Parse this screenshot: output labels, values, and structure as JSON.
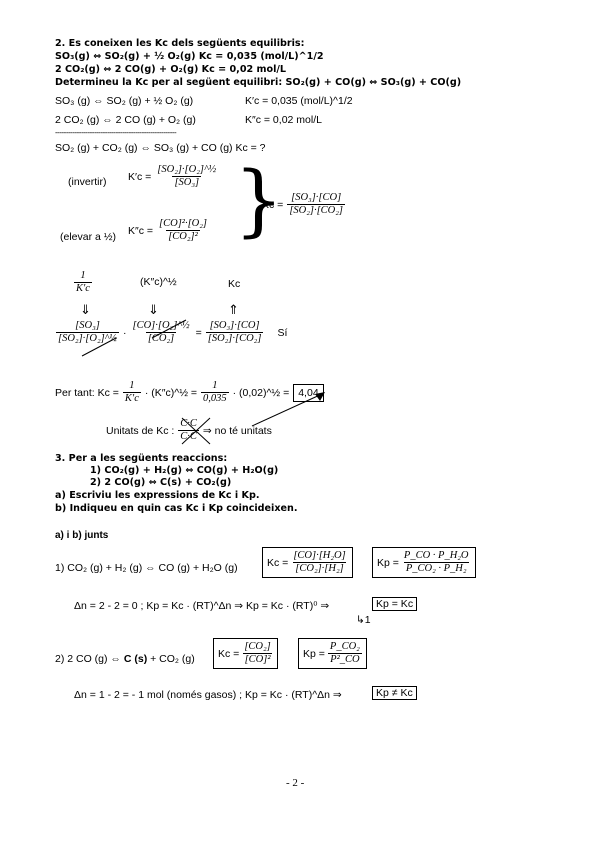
{
  "q2": {
    "heading": "2. Es coneixen les Kc dels següents equilibris:",
    "eq1": "SO₃(g)  ⇔  SO₂(g) +  ½ O₂(g)   Kc = 0,035 (mol/L)^1/2",
    "eq2": "2 CO₂(g)  ⇔  2 CO(g) + O₂(g)    Kc = 0,02 mol/L",
    "ask": "Determineu la Kc per al següent equilibri: SO₂(g) + CO(g)  ⇔  SO₃(g) + CO(g)",
    "given1_reaction": "SO₃ (g)  ⇔  SO₂ (g) + ½ O₂ (g)",
    "given1_k": "K′c = 0,035 (mol/L)^1/2",
    "given2_reaction": "2 CO₂ (g)  ⇔  2 CO (g) + O₂ (g)",
    "given2_k": "K″c = 0,02 mol/L",
    "dash_line": "--------------------------------------------------------",
    "target": "SO₂ (g) + CO₂ (g) ⇔ SO₃ (g) + CO (g)   Kc = ?",
    "invertir": "(invertir)",
    "elevar": "(elevar a ½)",
    "kc1_label": "K′c =",
    "kc2_label": "K″c =",
    "kc_label": "Kc =",
    "frac1_num": "[SO₂]·[O₂]^½",
    "frac1_den": "[SO₃]",
    "frac2_num": "[CO]²·[O₂]",
    "frac2_den": "[CO₂]²",
    "fracK_num": "[SO₃]·[CO]",
    "fracK_den": "[SO₂]·[CO₂]",
    "t1_num": "1",
    "t1_den": "K′c",
    "t2": "(K″c)^½",
    "t3": "Kc",
    "arrow_down": "⇓",
    "arrow_up": "⇑",
    "m1_num": "[SO₃]",
    "m1_den": "[SO₂]·[O₂]^½",
    "m2_num": "[CO]·[O₂]^½",
    "m2_den": "[CO₂]",
    "m3_num": "[SO₃]·[CO]",
    "m3_den": "[SO₂]·[CO₂]",
    "si": "Sí",
    "per_tant": "Per tant:  Kc =",
    "pt_frac_den": "K′c",
    "pt_mid": "·  (K″c)^½  =",
    "pt_frac2_den": "0,035",
    "pt_end": "·  (0,02)^½  =",
    "result": "4,04",
    "unitats": "Unitats de Kc :",
    "unitats_frac_num": "C·C",
    "unitats_frac_den": "C·C",
    "unitats_end": "⇒ no té unitats"
  },
  "q3": {
    "heading": "3. Per a les següents reaccions:",
    "r1": "1) CO₂(g) + H₂(g) ⇔ CO(g) + H₂O(g)",
    "r2": "2) 2 CO(g) ⇔ C(s) + CO₂(g)",
    "qa": "a) Escriviu les expressions de Kc i Kp.",
    "qb": "b) Indiqueu en quin cas Kc i Kp coincideixen.",
    "sub": "a) i b) junts",
    "s1_reaction": "1)  CO₂ (g) + H₂ (g) ⇔ CO (g) + H₂O (g)",
    "s1_kc_num": "[CO]·[H₂O]",
    "s1_kc_den": "[CO₂]·[H₂]",
    "s1_kp_num": "P_CO · P_H₂O",
    "s1_kp_den": "P_CO₂ · P_H₂",
    "s1_dn": "Δn = 2 - 2 = 0   ;   Kp = Kc · (RT)^Δn  ⇒  Kp = Kc · (RT)⁰  ⇒",
    "s1_res": "Kp = Kc",
    "s1_one": "↳1",
    "s2_reaction_a": "2)  2 CO (g) ⇔ ",
    "s2_reaction_b": "C (s)",
    "s2_reaction_c": " + CO₂ (g)",
    "s2_kc_num": "[CO₂]",
    "s2_kc_den": "[CO]²",
    "s2_kp_num": "P_CO₂",
    "s2_kp_den": "P²_CO",
    "s2_dn": "Δn = 1 - 2 = - 1 mol (només gasos)   ;   Kp = Kc · (RT)^Δn  ⇒",
    "s2_res": "Kp ≠ Kc",
    "kc_eq": "Kc =",
    "kp_eq": "Kp ="
  },
  "footer": {
    "page": "- 2 -"
  }
}
